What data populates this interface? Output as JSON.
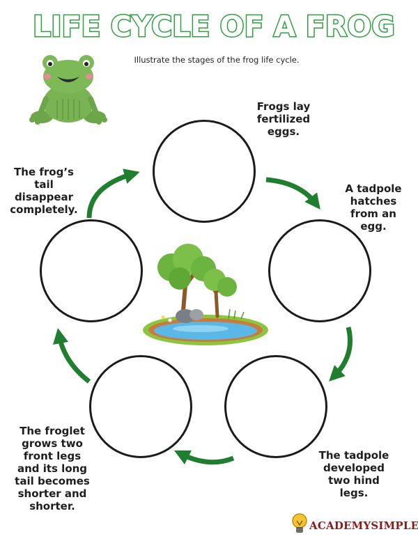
{
  "title": "LIFE CYCLE OF A FROG",
  "subtitle": "Illustrate the stages of the frog life cycle.",
  "captions": {
    "top": "Frogs lay fertilized eggs.",
    "top_lines": [
      "Frogs lay",
      "fertilized",
      "eggs."
    ],
    "right": "A tadpole hatches from an egg.",
    "right_lines": [
      "A tadpole",
      "hatches",
      "from an",
      "egg."
    ],
    "bottom_right": "The tadpole developed two hind legs.",
    "bottom_right_lines": [
      "The tadpole",
      "developed",
      "two hind",
      "legs."
    ],
    "bottom_left": "The froglet grows two front legs and its long tail becomes shorter and shorter.",
    "bottom_left_lines": [
      "The froglet",
      "grows two",
      "front legs",
      "and its long",
      "tail becomes",
      "shorter and",
      "shorter."
    ],
    "left": "The frog's tail disappear completely.",
    "left_lines": [
      "The frog’s",
      "tail",
      "disappear",
      "completely."
    ]
  },
  "logo": {
    "name": "AcademySimple",
    "display": "ACADEMYSIMPLE"
  },
  "colors": {
    "title_green": "#2e9e3f",
    "arrow_green": "#1f7f2f",
    "circle_stroke": "#1b1b1b",
    "pond_blue": "#5bb8e6",
    "logo_red": "#8b1a1a"
  },
  "icons": {
    "frog": "frog-illustration",
    "pond": "pond-trees-illustration",
    "logo": "lightbulb-logo-icon"
  }
}
